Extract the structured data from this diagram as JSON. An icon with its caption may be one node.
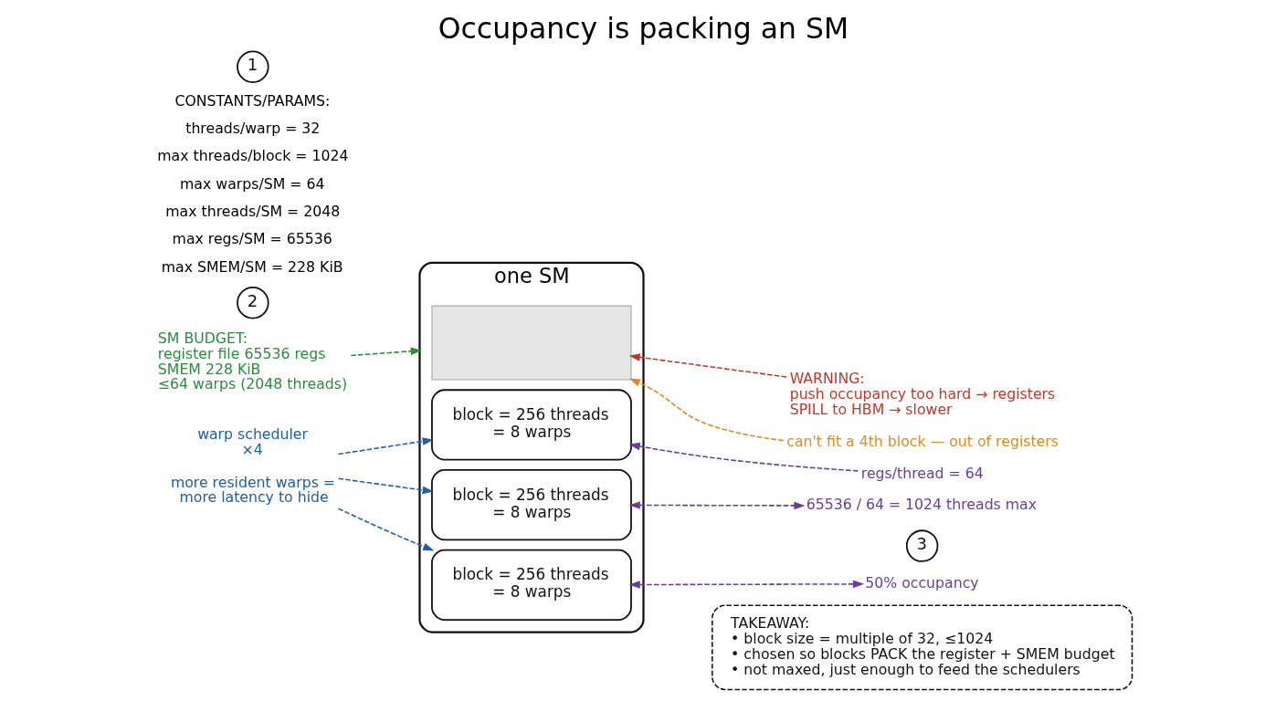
{
  "diagram": {
    "title": "Occupancy is packing an SM",
    "nodes": [
      {
        "text": [
          "1"
        ]
      },
      {
        "text": [
          "one SM"
        ]
      },
      {
        "text": [],
        "shape": "box",
        "in": 1
      },
      {
        "text": [
          "block = 256 threads = 8 warps"
        ],
        "in": 1
      },
      {
        "text": [
          "block = 256 threads = 8 warps"
        ],
        "in": 1
      },
      {
        "text": [
          "block = 256 threads = 8 warps"
        ],
        "in": 1
      },
      {
        "text": [
          "WARNING:",
          "push occupancy too hard → registers SPILL to HBM → slower"
        ]
      },
      {
        "text": [
          "2"
        ]
      },
      {
        "text": [
          "SM BUDGET:",
          "register file 65536 regs",
          "SMEM 228 KiB",
          "≤64 warps (2048 threads)"
        ]
      },
      {
        "text": [
          "can't fit a 4th block — out of registers"
        ]
      },
      {
        "text": [
          "regs/thread = 64"
        ]
      },
      {
        "text": [
          "3"
        ]
      },
      {
        "text": [
          "65536 / 64 = 1024 threads max"
        ]
      },
      {
        "text": [
          "50% occupancy"
        ]
      },
      {
        "text": [
          "warp scheduler",
          "×4"
        ],
        "beside": [
          "more resident warps = more latency to hide"
        ]
      },
      {
        "text": [
          "TAKEAWAY:",
          "• block size = multiple of 32, ≤1024",
          "• chosen so blocks PACK the register + SMEM budget",
          "• not maxed, just enough to feed the schedulers"
        ]
      }
    ],
    "edges": [
      {
        "from": 6,
        "to": 2,
        "arrow": "to",
        "style": "dashed",
        "color": "#c0392b"
      },
      {
        "from": 8,
        "to": 1,
        "arrow": "to",
        "style": "dashed",
        "color": "#2e8b3e"
      },
      {
        "from": 9,
        "to": 2,
        "arrow": "to",
        "style": "dashed",
        "color": "#e08a1e"
      },
      {
        "from": 10,
        "to": 3,
        "arrow": "to",
        "style": "dashed",
        "color": "#6a3d9a"
      },
      {
        "from": 4,
        "to": 12,
        "arrow": "both",
        "style": "dashed",
        "color": "#6a3d9a"
      },
      {
        "from": 5,
        "to": 13,
        "arrow": "both",
        "style": "dashed",
        "color": "#6a3d9a"
      },
      {
        "from": 14,
        "to": 3,
        "arrow": "to",
        "style": "dashed",
        "color": "#1f5fa8"
      },
      {
        "from": 14,
        "to": 4,
        "arrow": "to",
        "style": "dashed",
        "color": "#1f5fa8"
      },
      {
        "from": 14,
        "to": 5,
        "arrow": "to",
        "style": "dashed",
        "color": "#1f5fa8"
      }
    ],
    "labels": [
      "CONSTANTS/PARAMS:",
      "threads/warp = 32",
      "max threads/block = 1024",
      "max warps/SM = 64",
      "max threads/SM = 2048",
      "max regs/SM = 65536",
      "max SMEM/SM = 228 KiB"
    ]
  }
}
